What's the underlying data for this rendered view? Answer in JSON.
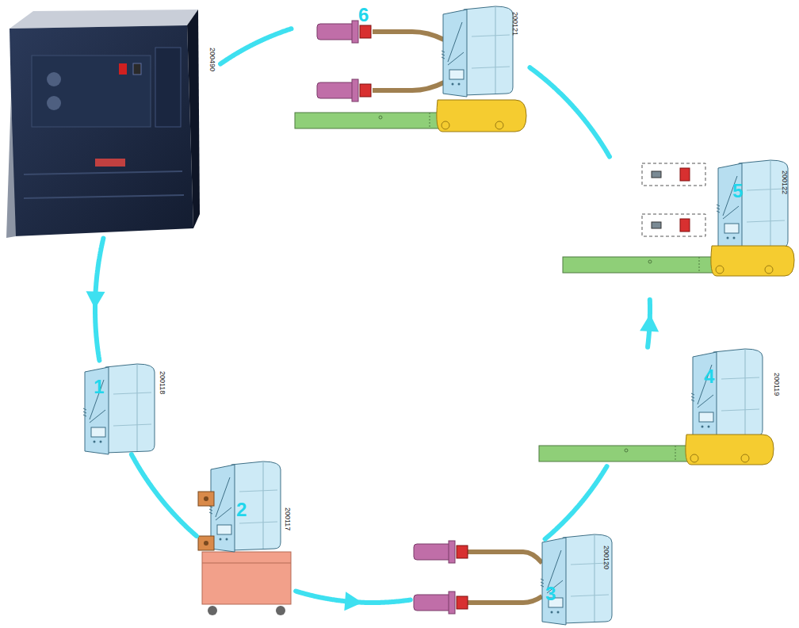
{
  "diagram": {
    "nodes": [
      {
        "text": [
          "1"
        ]
      },
      {
        "text": [
          "2"
        ]
      },
      {
        "text": [
          "3"
        ]
      },
      {
        "text": [
          "4"
        ]
      },
      {
        "text": [
          "5"
        ]
      },
      {
        "text": [
          "6"
        ]
      }
    ],
    "edges": [
      {
        "from": 0,
        "to": 1,
        "arrow": "none"
      },
      {
        "from": 1,
        "to": 2,
        "arrow": "to"
      },
      {
        "from": 2,
        "to": 3,
        "arrow": "none"
      },
      {
        "from": 3,
        "to": 4,
        "arrow": "to"
      },
      {
        "from": 4,
        "to": 5,
        "arrow": "none"
      }
    ],
    "labels": [
      "200490",
      "200118",
      "200117",
      "200120",
      "200119",
      "200122",
      "200121"
    ]
  }
}
